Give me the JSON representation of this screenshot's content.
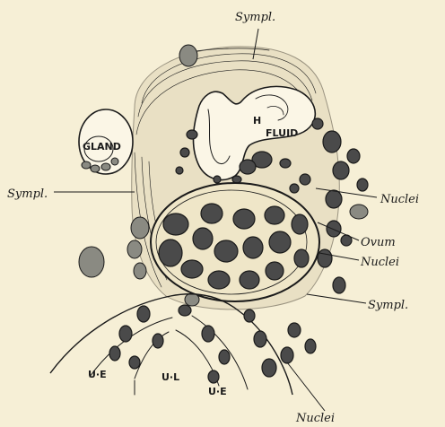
{
  "labels": {
    "sympl_top": "Sympl.",
    "sympl_left": "Sympl.",
    "sympl_right": "Sympl.",
    "nuclei_top": "Nuclei",
    "ovum": "Ovum",
    "nuclei_mid": "Nuclei",
    "nuclei_bottom": "Nuclei"
  },
  "inner_labels": {
    "gland": "GLAND",
    "h": "H",
    "fluid": "FLUID",
    "ue_left": "U·E",
    "ul": "U·L",
    "ue_right": "U·E"
  }
}
